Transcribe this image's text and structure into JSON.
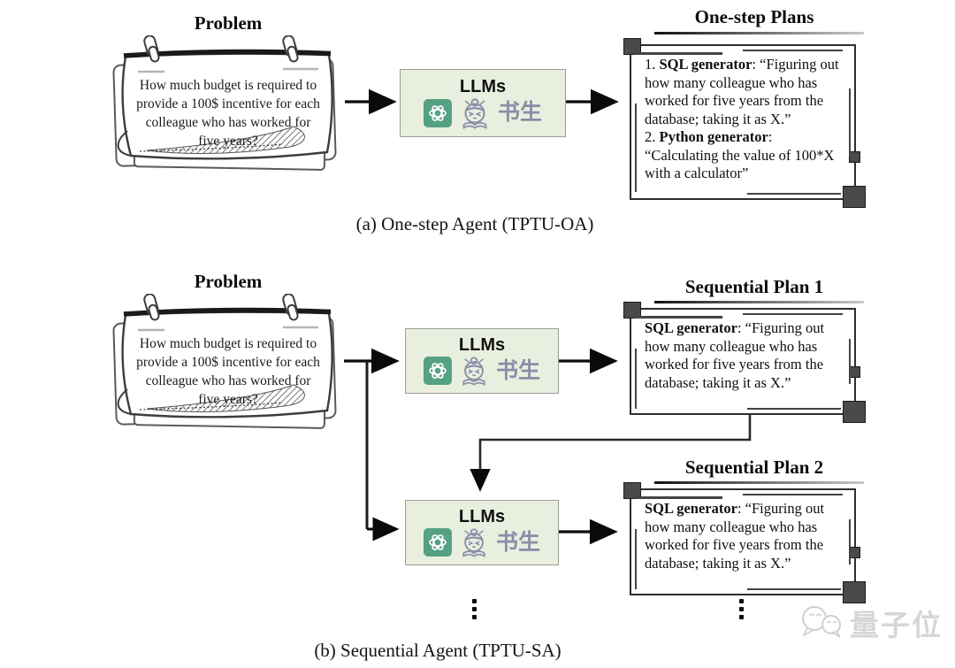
{
  "colors": {
    "llm_box_fill": "#e9efde",
    "llm_box_border": "#9b9f97",
    "openai_green": "#55a183",
    "mascot_purple": "#8b8da8",
    "frame_dark": "#2e2e2e",
    "watermark_gray": "#d6d6d6"
  },
  "icons": {
    "llm_logo_left": "openai-icon",
    "llm_logo_right": "shusheng-mascot-icon",
    "watermark_icon": "wechat-chat-bubbles-icon"
  },
  "section_a": {
    "problem": {
      "title": "Problem",
      "text": "How much budget is required to provide a 100$ incentive for each colleague who has worked for five years?"
    },
    "llm_box": {
      "title": "LLMs",
      "mascot_label": "书生"
    },
    "plans": {
      "title": "One-step Plans",
      "items": [
        {
          "num": "1. ",
          "tool": "SQL generator",
          "desc": ": “Figuring out how many colleague who has worked for five years from the database; taking it as X.”"
        },
        {
          "num": "2. ",
          "tool": "Python generator",
          "desc": ": “Calculating the value of 100*X with a calculator”"
        }
      ]
    },
    "caption": "(a) One-step Agent (TPTU-OA)"
  },
  "section_b": {
    "problem": {
      "title": "Problem",
      "text": "How much budget is required to provide a 100$ incentive for each colleague who has worked for five years?"
    },
    "llm_box_top": {
      "title": "LLMs",
      "mascot_label": "书生"
    },
    "llm_box_bottom": {
      "title": "LLMs",
      "mascot_label": "书生"
    },
    "plan1": {
      "title": "Sequential Plan 1",
      "item": {
        "tool": "SQL generator",
        "desc": ": “Figuring out how many colleague who has worked for five years from the database; taking it as X.”"
      }
    },
    "plan2": {
      "title": "Sequential Plan 2",
      "item": {
        "tool": "SQL generator",
        "desc": ": “Figuring out how many colleague who has worked for five years from the database; taking it as X.”"
      }
    },
    "caption": "(b) Sequential Agent (TPTU-SA)"
  },
  "watermark": {
    "label": "量子位"
  }
}
